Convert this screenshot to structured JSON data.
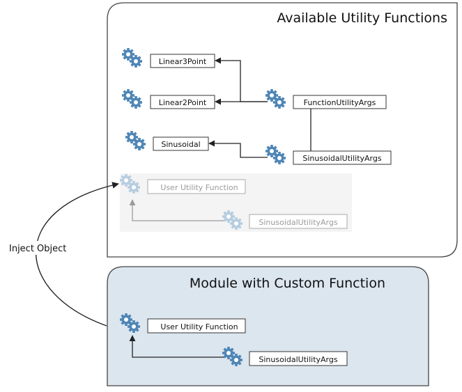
{
  "panels": {
    "available": {
      "title": "Available Utility Functions"
    },
    "module": {
      "title": "Module with Custom Function"
    }
  },
  "nodes": {
    "linear3point": {
      "label": "Linear3Point"
    },
    "linear2point": {
      "label": "Linear2Point"
    },
    "sinusoidal": {
      "label": "Sinusoidal"
    },
    "function_utility_args": {
      "label": "FunctionUtilityArgs"
    },
    "sinusoidal_utility_args": {
      "label": "SinusoidalUtilityArgs"
    },
    "user_utility_function_injected": {
      "label": "User Utility Function"
    },
    "sinusoidal_utility_args_injected": {
      "label": "SinusoidalUtilityArgs"
    },
    "user_utility_function_module": {
      "label": "User Utility Function"
    },
    "sinusoidal_utility_args_module": {
      "label": "SinusoidalUtilityArgs"
    }
  },
  "connector": {
    "label": "Inject Object"
  },
  "colors": {
    "module_fill": "#dce6ef",
    "gear": "#4f86b6",
    "gear_light": "#b7cde0",
    "outline": "#333333"
  },
  "icons": {
    "node": "gears-icon"
  }
}
